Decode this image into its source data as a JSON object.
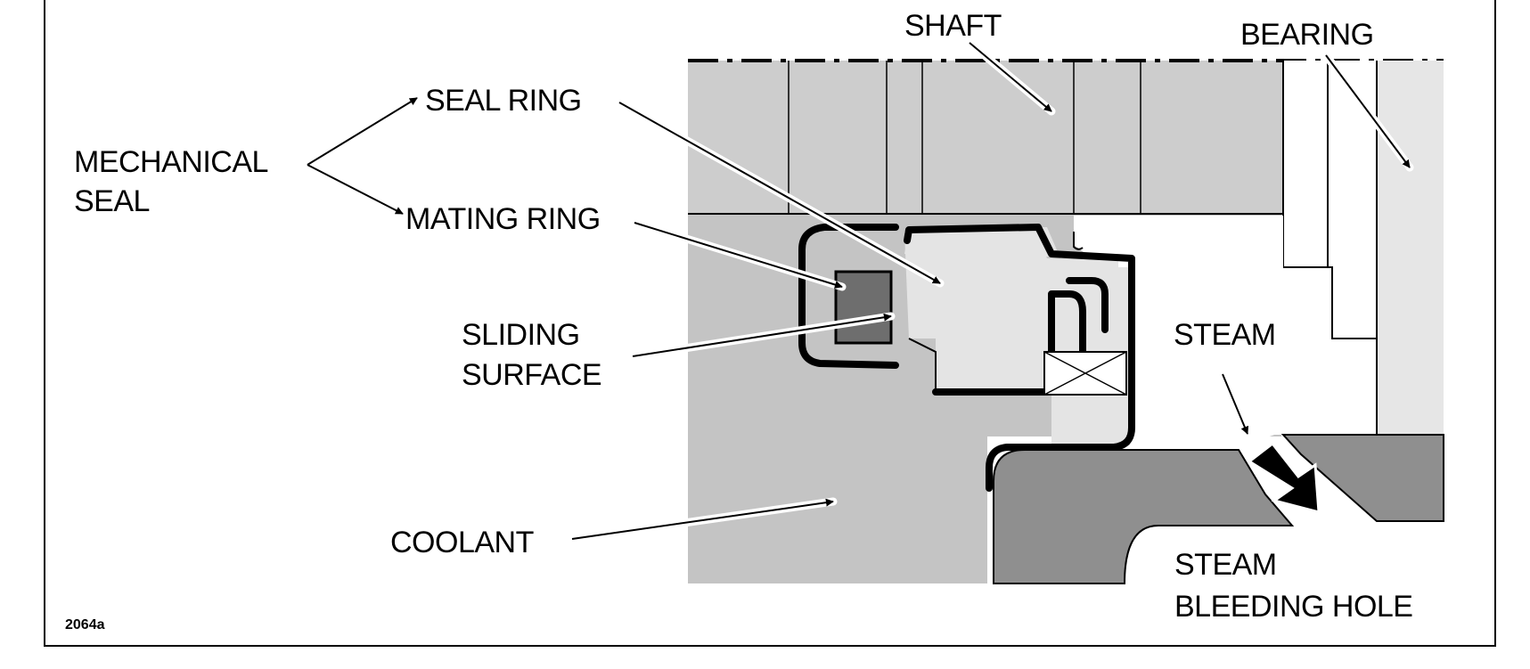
{
  "diagram": {
    "labels": {
      "shaft": "SHAFT",
      "bearing": "BEARING",
      "seal_ring": "SEAL RING",
      "mechanical_seal_line1": "MECHANICAL",
      "mechanical_seal_line2": "SEAL",
      "mating_ring": "MATING RING",
      "sliding_surface_line1": "SLIDING",
      "sliding_surface_line2": "SURFACE",
      "steam": "STEAM",
      "coolant": "COOLANT",
      "steam_bleeding_hole_line1": "STEAM",
      "steam_bleeding_hole_line2": "BLEEDING HOLE"
    },
    "figure_code": "2064a",
    "colors": {
      "shaft_gray": "#cdcdcd",
      "housing_gray": "#c4c4c4",
      "dark_gray": "#8f8f8f",
      "light_gray": "#e4e4e4",
      "mating_ring_gray": "#6e6e6e",
      "outline": "#000000",
      "background": "#ffffff"
    }
  }
}
